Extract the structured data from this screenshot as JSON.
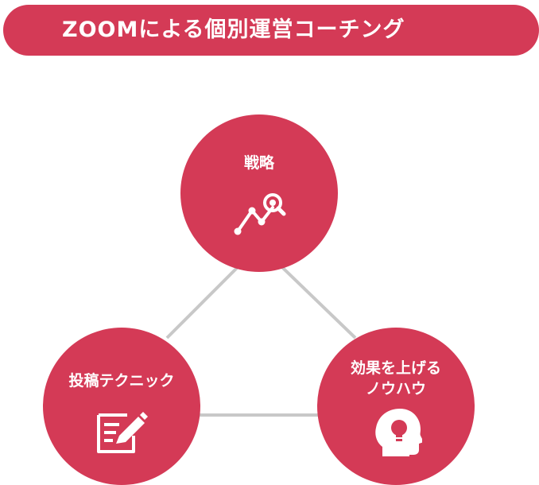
{
  "banner": {
    "title": "ZOOMによる個別運営コーチング"
  },
  "nodes": {
    "strategy": {
      "label": "戦略",
      "icon": "chart-magnifier-icon"
    },
    "techniques": {
      "label": "投稿テクニック",
      "icon": "edit-document-icon"
    },
    "knowhow": {
      "label_line1": "効果を上げる",
      "label_line2": "ノウハウ",
      "icon": "lightbulb-head-icon"
    }
  },
  "colors": {
    "accent": "#d43a56",
    "connector": "#c8c8c8",
    "text_on_accent": "#ffffff"
  }
}
